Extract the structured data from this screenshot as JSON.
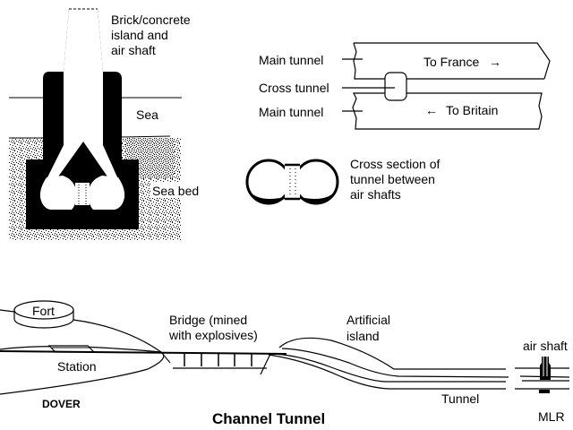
{
  "colors": {
    "ink": "#000000",
    "paper": "#ffffff",
    "seabed_speckle": "#7a7a7a"
  },
  "panel_shaft": {
    "labels": {
      "island_line1": "Brick/concrete",
      "island_line2": "island and",
      "island_line3": "air shaft",
      "sea": "Sea",
      "sea_bed": "Sea bed"
    }
  },
  "panel_plan": {
    "labels": {
      "main_tunnel_top": "Main tunnel",
      "cross_tunnel": "Cross tunnel",
      "main_tunnel_bottom": "Main tunnel",
      "to_france": "To France",
      "to_britain": "To Britain",
      "arrow_right": "→",
      "arrow_left": "←"
    }
  },
  "panel_section": {
    "labels": {
      "line1": "Cross section of",
      "line2": "tunnel between",
      "line3": "air shafts"
    }
  },
  "panel_profile": {
    "labels": {
      "fort": "Fort",
      "station": "Station",
      "dover": "DOVER",
      "bridge_line1": "Bridge (mined",
      "bridge_line2": "with explosives)",
      "artificial_line1": "Artificial",
      "artificial_line2": "island",
      "air_shaft": "air shaft",
      "tunnel": "Tunnel",
      "title": "Channel Tunnel",
      "credit": "MLR"
    }
  }
}
